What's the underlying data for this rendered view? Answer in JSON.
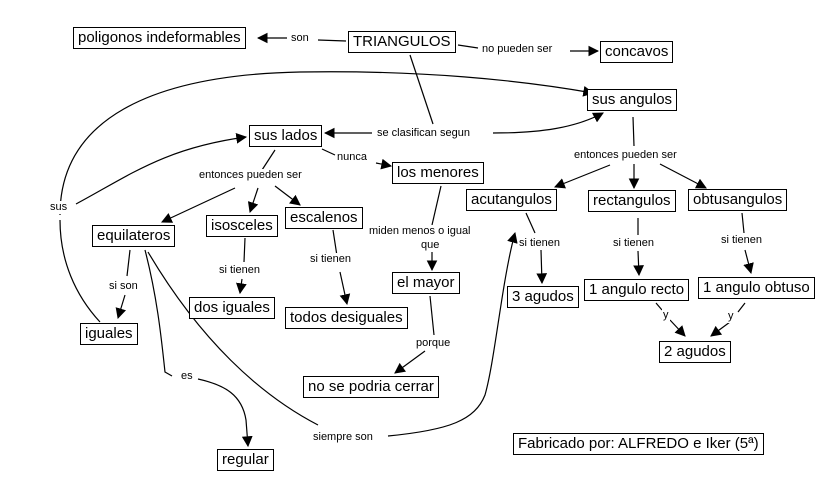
{
  "title": "TRIANGULOS",
  "nodes": {
    "triangulos": "TRIANGULOS",
    "poligonos": "poligonos indeformables",
    "concavos": "concavos",
    "sus_angulos": "sus angulos",
    "sus_lados": "sus lados",
    "los_menores": "los menores",
    "equilateros": "equilateros",
    "isosceles": "isosceles",
    "escalenos": "escalenos",
    "acutangulos": "acutangulos",
    "rectangulos": "rectangulos",
    "obtusangulos": "obtusangulos",
    "iguales": "iguales",
    "dos_iguales": "dos iguales",
    "todos_desiguales": "todos desiguales",
    "el_mayor": "el mayor",
    "tres_agudos": "3 agudos",
    "angulo_recto": "1 angulo recto",
    "angulo_obtuso": "1 angulo obtuso",
    "dos_agudos": "2 agudos",
    "no_cerrar": "no se podria cerrar",
    "regular": "regular",
    "credits": "Fabricado por: ALFREDO e Iker (5ª)"
  },
  "links": {
    "son": "son",
    "no_pueden_ser": "no pueden ser",
    "se_clasifican_segun": "se clasifican segun",
    "nunca": "nunca",
    "entonces_lados": "entonces pueden ser",
    "entonces_angulos": "entonces pueden ser",
    "sus": "sus",
    "si_son": "si son",
    "si_tienen_iso": "si tienen",
    "si_tienen_esc": "si tienen",
    "miden": "miden menos o igual",
    "que": "que",
    "porque": "porque",
    "si_tienen_acu": "si tienen",
    "si_tienen_rec": "si tienen",
    "si_tienen_obt": "si tienen",
    "y1": "y",
    "y2": "y",
    "es": "es",
    "siempre_son": "siempre son"
  }
}
